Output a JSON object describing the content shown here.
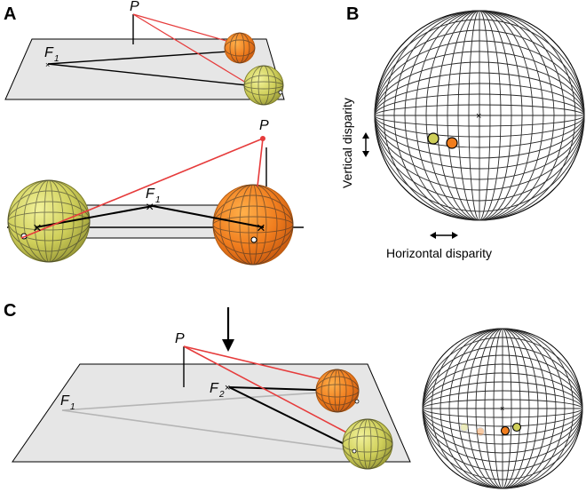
{
  "panels": {
    "a": {
      "letter": "A",
      "p_label": "P",
      "f_label": "F",
      "f_sub": "1"
    },
    "b": {
      "letter": "B",
      "vertical_label": "Vertical disparity",
      "horizontal_label": "Horizontal disparity"
    },
    "c": {
      "letter": "C",
      "p_label": "P",
      "f1_label": "F",
      "f1_sub": "1",
      "f2_label": "F",
      "f2_sub": "2"
    }
  },
  "colors": {
    "orange": "#f07d1e",
    "yellow": "#cfcf5a",
    "red": "#e63b3b",
    "plane": "#e6e6e6"
  }
}
